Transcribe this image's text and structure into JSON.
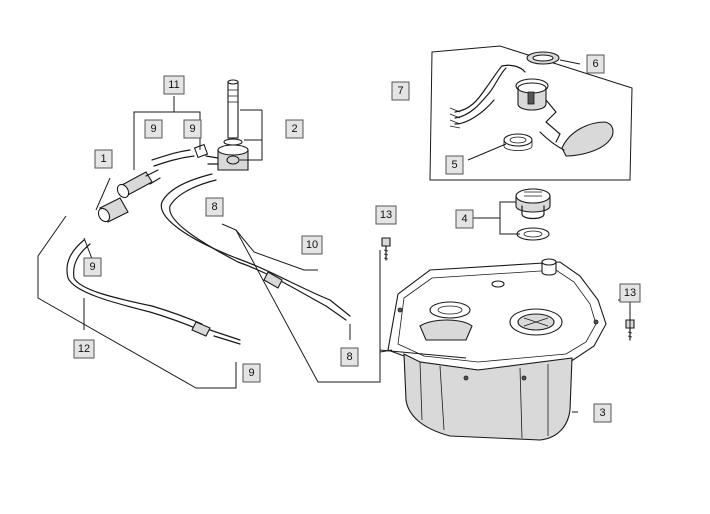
{
  "diagram": {
    "callouts": [
      {
        "id": "c1",
        "label": "1"
      },
      {
        "id": "c2",
        "label": "2"
      },
      {
        "id": "c3",
        "label": "3"
      },
      {
        "id": "c4",
        "label": "4"
      },
      {
        "id": "c5",
        "label": "5"
      },
      {
        "id": "c6",
        "label": "6"
      },
      {
        "id": "c7",
        "label": "7"
      },
      {
        "id": "c8a",
        "label": "8"
      },
      {
        "id": "c8b",
        "label": "8"
      },
      {
        "id": "c9a",
        "label": "9"
      },
      {
        "id": "c9b",
        "label": "9"
      },
      {
        "id": "c9c",
        "label": "9"
      },
      {
        "id": "c9d",
        "label": "9"
      },
      {
        "id": "c10",
        "label": "10"
      },
      {
        "id": "c11",
        "label": "11"
      },
      {
        "id": "c12",
        "label": "12"
      },
      {
        "id": "c13a",
        "label": "13"
      },
      {
        "id": "c13b",
        "label": "13"
      }
    ]
  }
}
